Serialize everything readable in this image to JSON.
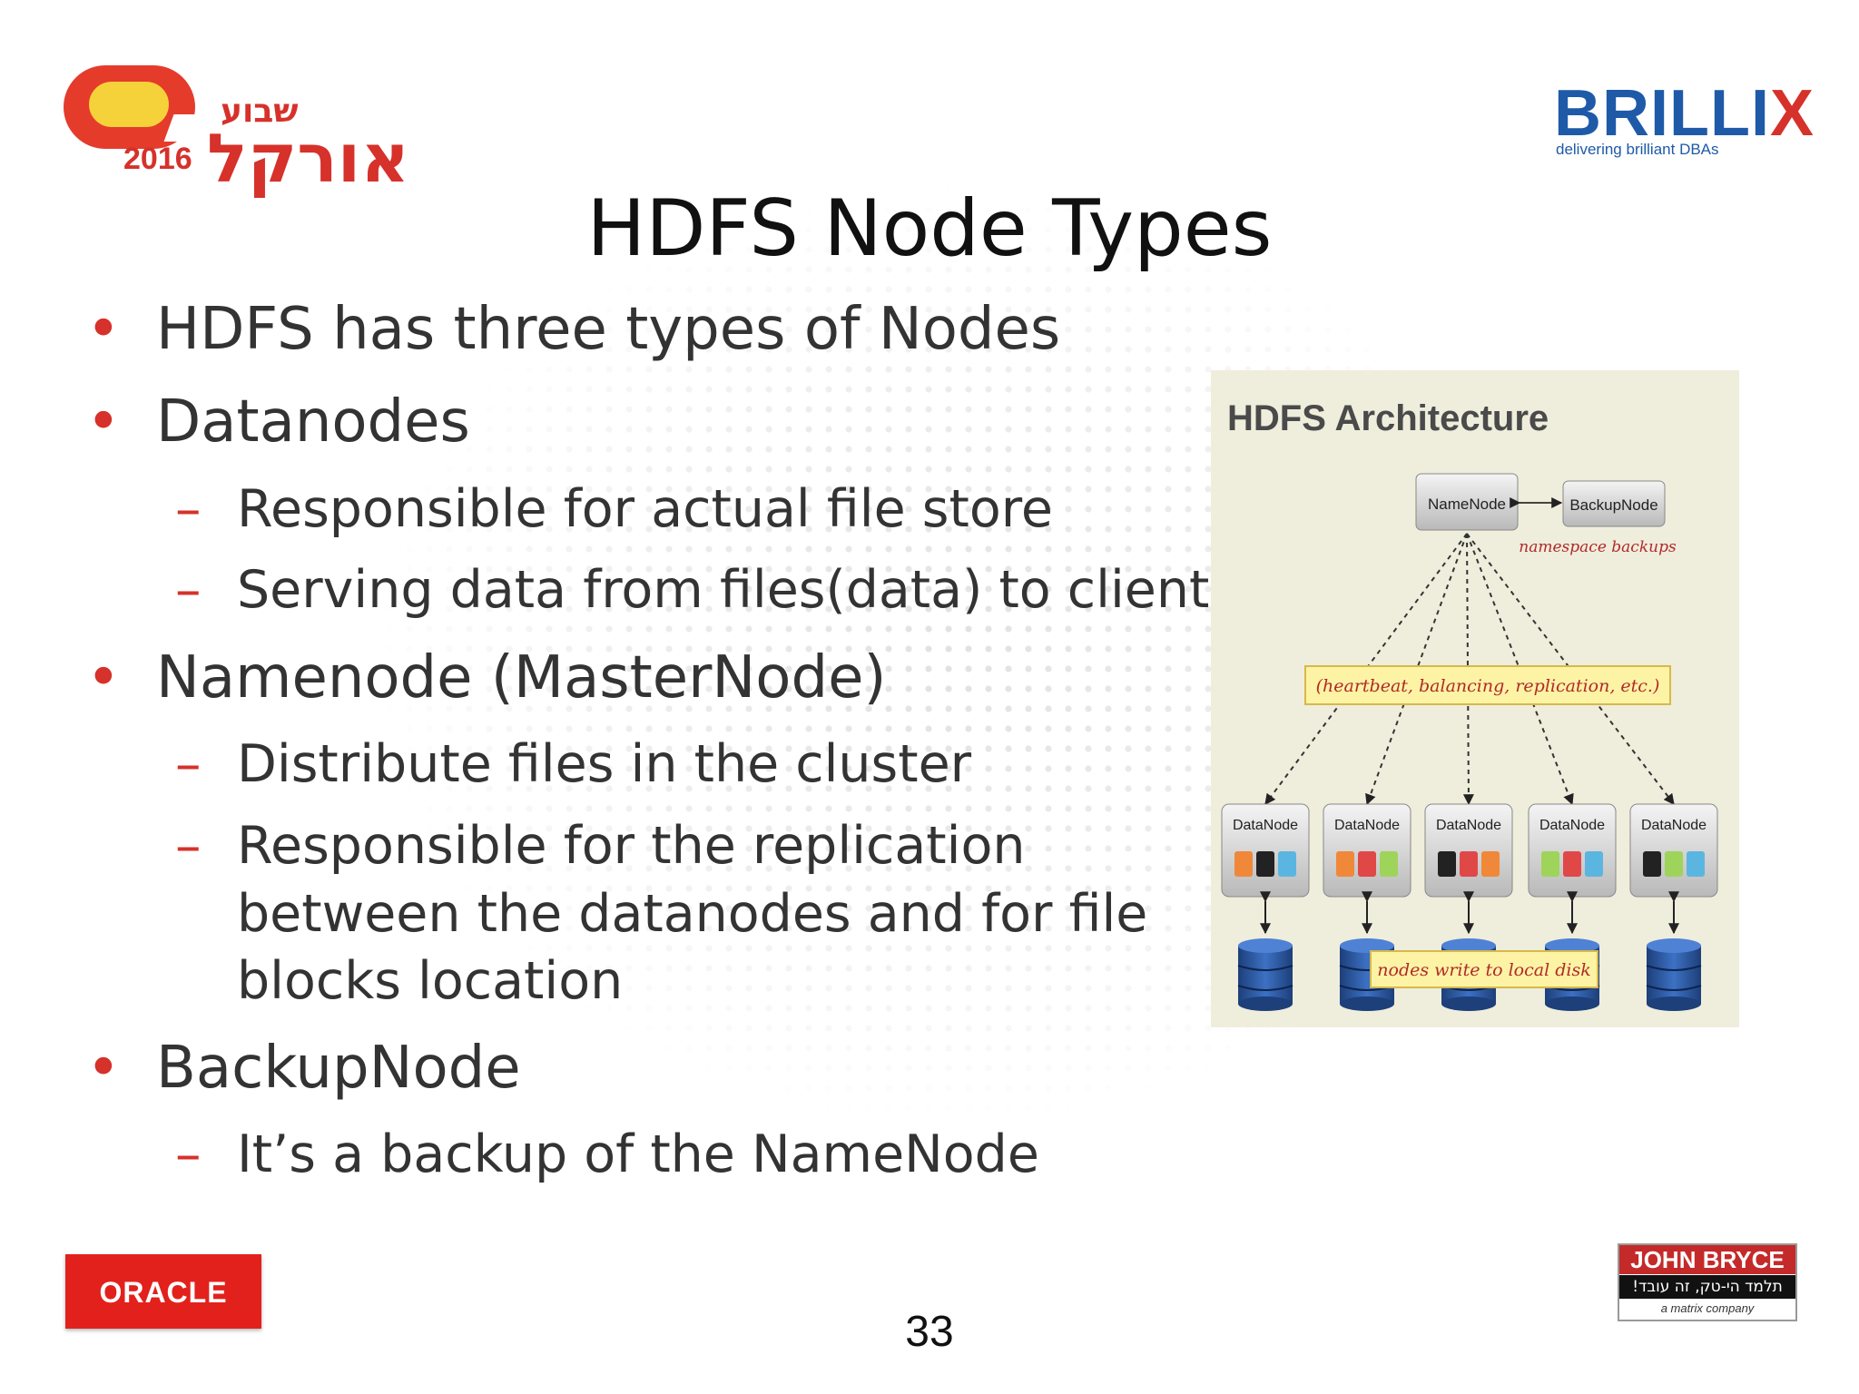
{
  "slide": {
    "title": "HDFS Node Types",
    "page_number": "33"
  },
  "logos": {
    "left_year": "2016",
    "left_hebrew_top": "שבוע",
    "left_hebrew_main": "אורקל",
    "brillix_word": "BRILLI",
    "brillix_x": "X",
    "brillix_tagline": "delivering brilliant DBAs",
    "oracle": "ORACLE",
    "john_bryce_title": "JOHN BRYCE",
    "john_bryce_hebrew": "תלמד הי-טק, זה עובד!",
    "john_bryce_tagline": "a matrix company"
  },
  "bullets": {
    "b1": "HDFS has three types of Nodes",
    "b2": "Datanodes",
    "b2_1": "Responsible for actual file store",
    "b2_2": "Serving data from files(data) to client",
    "b3": "Namenode (MasterNode)",
    "b3_1": "Distribute files in the cluster",
    "b3_2_line1": "Responsible for the replication",
    "b3_2_line2": "between the datanodes and for file",
    "b3_2_line3": "blocks location",
    "b4": "BackupNode",
    "b4_1": "It’s a backup of the NameNode",
    "bullet_symbol": "•",
    "dash_symbol": "–"
  },
  "diagram": {
    "title": "HDFS Architecture",
    "namenode": "NameNode",
    "backupnode": "BackupNode",
    "namespace_label": "namespace backups",
    "heartbeat_label": "(heartbeat, balancing, replication, etc.)",
    "datanode_label": "DataNode",
    "local_disk_label": "nodes write to local disk"
  },
  "colors": {
    "accent_red": "#d6312a",
    "brillix_blue": "#1e5aa8",
    "oracle_red": "#e2211c",
    "diagram_bg": "#efeddc"
  }
}
